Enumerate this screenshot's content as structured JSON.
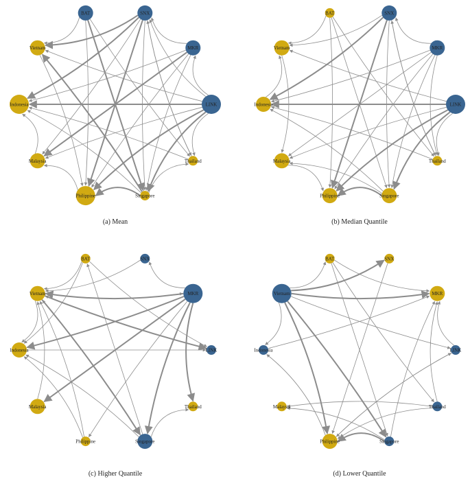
{
  "colors": {
    "blue": "#3a6591",
    "gold": "#d1aa12",
    "edge": "#8c8c8c"
  },
  "panels": [
    {
      "caption": "(a)  Mean",
      "nodes": [
        {
          "label": "BAT",
          "color": "blue",
          "size": 2
        },
        {
          "label": "SNX",
          "color": "blue",
          "size": 2
        },
        {
          "label": "MKR",
          "color": "blue",
          "size": 2
        },
        {
          "label": "LINK",
          "color": "blue",
          "size": 3
        },
        {
          "label": "Thailand",
          "color": "gold",
          "size": 1
        },
        {
          "label": "Singapore",
          "color": "gold",
          "size": 1
        },
        {
          "label": "Philippine",
          "color": "gold",
          "size": 3
        },
        {
          "label": "Malaysia",
          "color": "gold",
          "size": 2
        },
        {
          "label": "Indonesia",
          "color": "gold",
          "size": 3
        },
        {
          "label": "Vietnam",
          "color": "gold",
          "size": 2
        }
      ],
      "edges": [
        [
          "BAT",
          "Vietnam",
          1
        ],
        [
          "BAT",
          "Singapore",
          2
        ],
        [
          "BAT",
          "Philippine",
          1
        ],
        [
          "BAT",
          "Thailand",
          1
        ],
        [
          "SNX",
          "Vietnam",
          2
        ],
        [
          "SNX",
          "Indonesia",
          2
        ],
        [
          "SNX",
          "Malaysia",
          1
        ],
        [
          "SNX",
          "Philippine",
          2
        ],
        [
          "SNX",
          "Singapore",
          1
        ],
        [
          "SNX",
          "Thailand",
          1
        ],
        [
          "MKR",
          "Indonesia",
          1
        ],
        [
          "MKR",
          "Malaysia",
          2
        ],
        [
          "MKR",
          "Philippine",
          1
        ],
        [
          "MKR",
          "Singapore",
          1
        ],
        [
          "MKR",
          "SNX",
          1
        ],
        [
          "LINK",
          "Indonesia",
          2
        ],
        [
          "LINK",
          "Malaysia",
          1
        ],
        [
          "LINK",
          "Philippine",
          2
        ],
        [
          "LINK",
          "Singapore",
          2
        ],
        [
          "LINK",
          "Thailand",
          1
        ],
        [
          "LINK",
          "MKR",
          1
        ],
        [
          "LINK",
          "SNX",
          1
        ],
        [
          "LINK",
          "Vietnam",
          1
        ],
        [
          "Singapore",
          "Indonesia",
          1
        ],
        [
          "Singapore",
          "Vietnam",
          2
        ],
        [
          "Singapore",
          "Philippine",
          2
        ],
        [
          "Singapore",
          "Thailand",
          1
        ],
        [
          "Thailand",
          "SNX",
          1
        ],
        [
          "Thailand",
          "Indonesia",
          1
        ],
        [
          "Malaysia",
          "Indonesia",
          1
        ],
        [
          "Philippine",
          "Malaysia",
          1
        ],
        [
          "Vietnam",
          "Philippine",
          1
        ]
      ]
    },
    {
      "caption": "(b)  Median Quantile",
      "nodes": [
        {
          "label": "BAT",
          "color": "gold",
          "size": 1
        },
        {
          "label": "SNX",
          "color": "blue",
          "size": 2
        },
        {
          "label": "MKR",
          "color": "blue",
          "size": 2
        },
        {
          "label": "LINK",
          "color": "blue",
          "size": 3
        },
        {
          "label": "Thailand",
          "color": "gold",
          "size": 1
        },
        {
          "label": "Singapore",
          "color": "gold",
          "size": 2
        },
        {
          "label": "Philippine",
          "color": "gold",
          "size": 2
        },
        {
          "label": "Malaysia",
          "color": "gold",
          "size": 2
        },
        {
          "label": "Indonesia",
          "color": "gold",
          "size": 2
        },
        {
          "label": "Vietnam",
          "color": "gold",
          "size": 2
        }
      ],
      "edges": [
        [
          "BAT",
          "Vietnam",
          1
        ],
        [
          "BAT",
          "Singapore",
          1
        ],
        [
          "BAT",
          "Thailand",
          1
        ],
        [
          "BAT",
          "Philippine",
          1
        ],
        [
          "SNX",
          "Vietnam",
          1
        ],
        [
          "SNX",
          "Indonesia",
          2
        ],
        [
          "SNX",
          "Philippine",
          2
        ],
        [
          "SNX",
          "Singapore",
          1
        ],
        [
          "SNX",
          "Thailand",
          1
        ],
        [
          "MKR",
          "Indonesia",
          1
        ],
        [
          "MKR",
          "Malaysia",
          1
        ],
        [
          "MKR",
          "Philippine",
          1
        ],
        [
          "MKR",
          "Singapore",
          1
        ],
        [
          "MKR",
          "Thailand",
          1
        ],
        [
          "MKR",
          "SNX",
          1
        ],
        [
          "LINK",
          "Indonesia",
          2
        ],
        [
          "LINK",
          "Malaysia",
          1
        ],
        [
          "LINK",
          "Philippine",
          2
        ],
        [
          "LINK",
          "Singapore",
          2
        ],
        [
          "LINK",
          "Thailand",
          1
        ],
        [
          "LINK",
          "Vietnam",
          1
        ],
        [
          "Singapore",
          "Indonesia",
          1
        ],
        [
          "Singapore",
          "Philippine",
          2
        ],
        [
          "Singapore",
          "Malaysia",
          1
        ],
        [
          "Thailand",
          "SNX",
          1
        ],
        [
          "Thailand",
          "Indonesia",
          1
        ],
        [
          "Malaysia",
          "Philippine",
          1
        ],
        [
          "Indonesia",
          "Vietnam",
          1
        ],
        [
          "Vietnam",
          "Malaysia",
          1
        ]
      ]
    },
    {
      "caption": "(c) Higher Quantile",
      "nodes": [
        {
          "label": "BAT",
          "color": "gold",
          "size": 1
        },
        {
          "label": "SNX",
          "color": "blue",
          "size": 1
        },
        {
          "label": "MKR",
          "color": "blue",
          "size": 3
        },
        {
          "label": "LINK",
          "color": "blue",
          "size": 1
        },
        {
          "label": "Thailand",
          "color": "gold",
          "size": 1
        },
        {
          "label": "Singapore",
          "color": "blue",
          "size": 2
        },
        {
          "label": "Philippine",
          "color": "gold",
          "size": 1
        },
        {
          "label": "Malaysia",
          "color": "gold",
          "size": 2
        },
        {
          "label": "Indonesia",
          "color": "gold",
          "size": 2
        },
        {
          "label": "Vietnam",
          "color": "gold",
          "size": 2
        }
      ],
      "edges": [
        [
          "MKR",
          "Vietnam",
          2
        ],
        [
          "MKR",
          "Indonesia",
          2
        ],
        [
          "MKR",
          "Malaysia",
          2
        ],
        [
          "MKR",
          "Singapore",
          2
        ],
        [
          "MKR",
          "Philippine",
          1
        ],
        [
          "MKR",
          "Thailand",
          2
        ],
        [
          "MKR",
          "SNX",
          1
        ],
        [
          "Vietnam",
          "MKR",
          1
        ],
        [
          "Vietnam",
          "LINK",
          2
        ],
        [
          "Vietnam",
          "Singapore",
          2
        ],
        [
          "Vietnam",
          "Indonesia",
          1
        ],
        [
          "SNX",
          "Vietnam",
          1
        ],
        [
          "BAT",
          "Vietnam",
          1
        ],
        [
          "BAT",
          "Indonesia",
          1
        ],
        [
          "BAT",
          "LINK",
          1
        ],
        [
          "Singapore",
          "BAT",
          1
        ],
        [
          "Singapore",
          "Vietnam",
          1
        ],
        [
          "Singapore",
          "Thailand",
          1
        ],
        [
          "Singapore",
          "Indonesia",
          1
        ],
        [
          "Malaysia",
          "Vietnam",
          1
        ],
        [
          "Philippine",
          "Vietnam",
          1
        ],
        [
          "Philippine",
          "Indonesia",
          1
        ],
        [
          "Indonesia",
          "LINK",
          1
        ],
        [
          "LINK",
          "Vietnam",
          1
        ]
      ]
    },
    {
      "caption": "(d) Lower Quantile",
      "nodes": [
        {
          "label": "BAT",
          "color": "gold",
          "size": 1
        },
        {
          "label": "SNX",
          "color": "gold",
          "size": 1
        },
        {
          "label": "MKR",
          "color": "gold",
          "size": 2
        },
        {
          "label": "LINK",
          "color": "blue",
          "size": 1
        },
        {
          "label": "Thailand",
          "color": "blue",
          "size": 1
        },
        {
          "label": "Singapore",
          "color": "blue",
          "size": 1
        },
        {
          "label": "Philippine",
          "color": "gold",
          "size": 2
        },
        {
          "label": "Malaysia",
          "color": "gold",
          "size": 1
        },
        {
          "label": "Indonesia",
          "color": "blue",
          "size": 1
        },
        {
          "label": "Vietnam",
          "color": "blue",
          "size": 3
        }
      ],
      "edges": [
        [
          "Vietnam",
          "MKR",
          2
        ],
        [
          "Vietnam",
          "SNX",
          2
        ],
        [
          "Vietnam",
          "BAT",
          1
        ],
        [
          "Vietnam",
          "Philippine",
          2
        ],
        [
          "Vietnam",
          "Singapore",
          2
        ],
        [
          "Vietnam",
          "Indonesia",
          1
        ],
        [
          "Vietnam",
          "LINK",
          1
        ],
        [
          "BAT",
          "MKR",
          1
        ],
        [
          "BAT",
          "Thailand",
          1
        ],
        [
          "BAT",
          "Singapore",
          1
        ],
        [
          "SNX",
          "Philippine",
          1
        ],
        [
          "LINK",
          "MKR",
          1
        ],
        [
          "LINK",
          "Philippine",
          1
        ],
        [
          "Thailand",
          "MKR",
          1
        ],
        [
          "Thailand",
          "Malaysia",
          1
        ],
        [
          "Thailand",
          "Philippine",
          1
        ],
        [
          "Singapore",
          "Philippine",
          2
        ],
        [
          "Singapore",
          "MKR",
          1
        ],
        [
          "Singapore",
          "Malaysia",
          1
        ],
        [
          "Indonesia",
          "MKR",
          1
        ],
        [
          "Philippine",
          "LINK",
          1
        ],
        [
          "Philippine",
          "Indonesia",
          1
        ]
      ]
    }
  ]
}
